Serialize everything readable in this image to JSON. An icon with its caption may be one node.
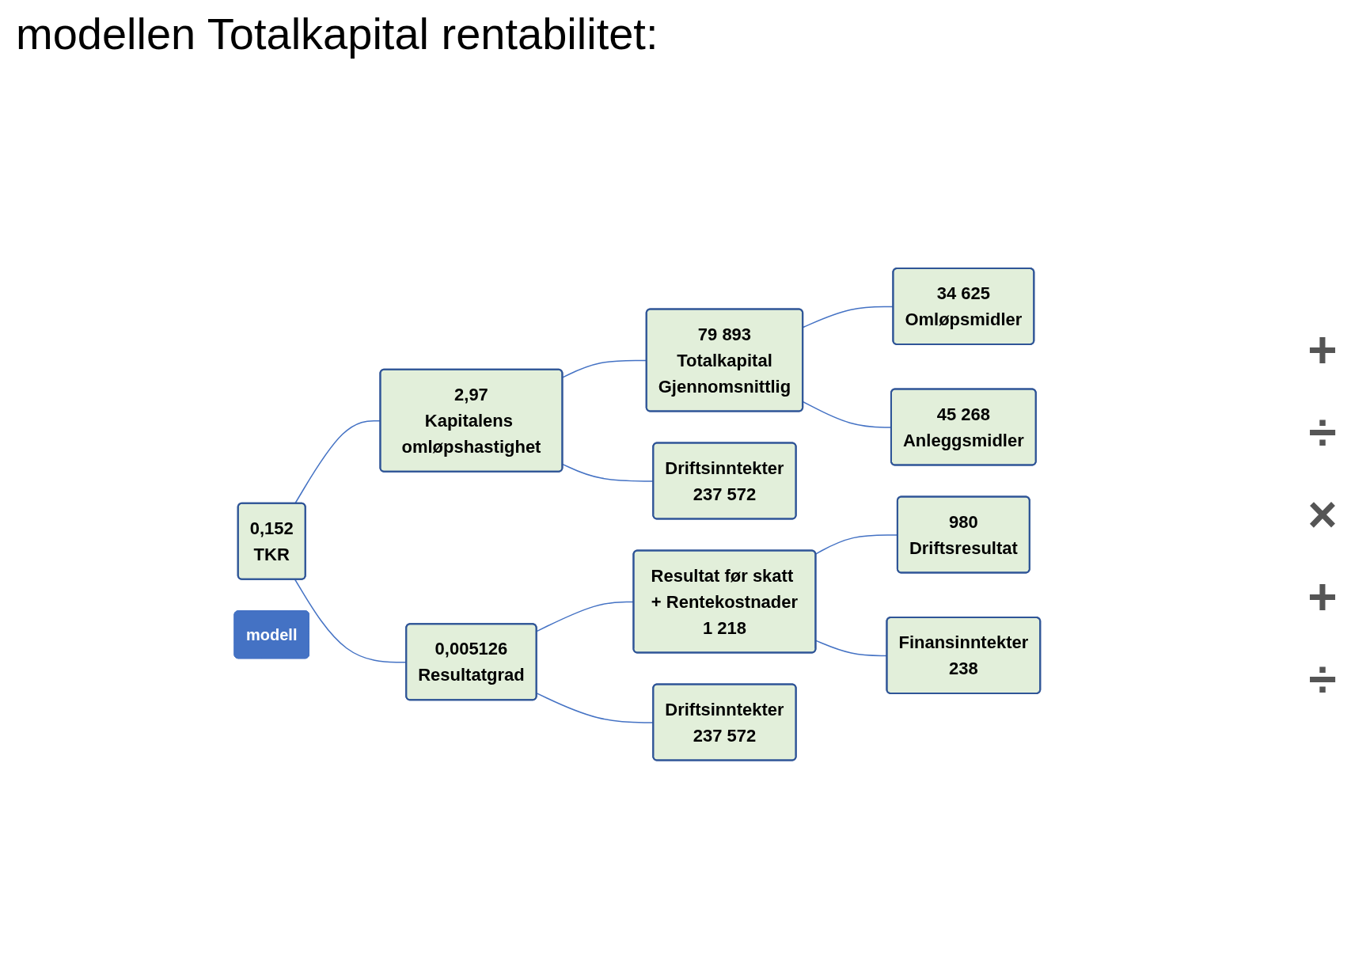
{
  "diagram": {
    "title": "modellen Totalkapital rentabilitet:",
    "nodes": [
      {
        "text": [
          "0,152",
          "TKR"
        ]
      },
      {
        "text": [
          "2,97",
          "Kapitalens omløpshastighet"
        ]
      },
      {
        "text": [
          "0,005126",
          "Resultatgrad"
        ]
      },
      {
        "text": [
          "79 893",
          "Totalkapital",
          "Gjennomsnittlig"
        ]
      },
      {
        "text": [
          "Driftsinntekter",
          "237 572"
        ]
      },
      {
        "text": [
          "Resultat før skatt + Rentekostnader",
          "1 218"
        ]
      },
      {
        "text": [
          "Driftsinntekter",
          "237 572"
        ]
      },
      {
        "text": [
          "34 625",
          "Omløpsmidler"
        ]
      },
      {
        "text": [
          "45 268",
          "Anleggsmidler"
        ]
      },
      {
        "text": [
          "980",
          "Driftsresultat"
        ]
      },
      {
        "text": [
          "Finansinntekter",
          "238"
        ]
      },
      {
        "text": [
          "modell"
        ]
      }
    ],
    "edges": [
      {
        "from": 0,
        "to": 1,
        "arrow": "none"
      },
      {
        "from": 0,
        "to": 2,
        "arrow": "none"
      },
      {
        "from": 1,
        "to": 3,
        "arrow": "none"
      },
      {
        "from": 1,
        "to": 4,
        "arrow": "none"
      },
      {
        "from": 3,
        "to": 7,
        "arrow": "none"
      },
      {
        "from": 3,
        "to": 8,
        "arrow": "none"
      },
      {
        "from": 2,
        "to": 5,
        "arrow": "none"
      },
      {
        "from": 2,
        "to": 6,
        "arrow": "none"
      },
      {
        "from": 5,
        "to": 9,
        "arrow": "none"
      },
      {
        "from": 5,
        "to": 10,
        "arrow": "none"
      }
    ],
    "labels": [
      "+",
      "÷",
      "×",
      "+",
      "÷"
    ]
  }
}
